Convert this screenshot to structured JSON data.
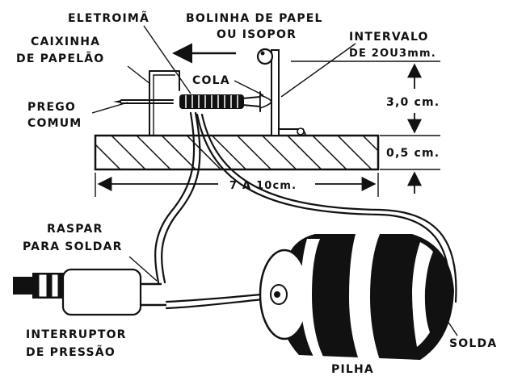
{
  "labels": {
    "eletroima": "ELETROIMÃ",
    "bolinha_line1": "BOLINHA DE PAPEL",
    "bolinha_line2": "OU ISOPOR",
    "intervalo_line1": "INTERVALO",
    "intervalo_line2": "DE 2OU3mm.",
    "caixinha_line1": "CAIXINHA",
    "caixinha_line2": "DE PAPELÃO",
    "cola": "COLA",
    "prego_line1": "PREGO",
    "prego_line2": "COMUM",
    "height_coil": "3,0 cm.",
    "height_base": "0,5 cm.",
    "width_base": "7 A 10cm.",
    "raspar_line1": "RASPAR",
    "raspar_line2": "PARA SOLDAR",
    "interruptor_line1": "INTERRUPTOR",
    "interruptor_line2": "DE PRESSÃO",
    "solda": "SOLDA",
    "pilha": "PILHA"
  },
  "colors": {
    "ink": "#111111",
    "paper": "#ffffff"
  }
}
